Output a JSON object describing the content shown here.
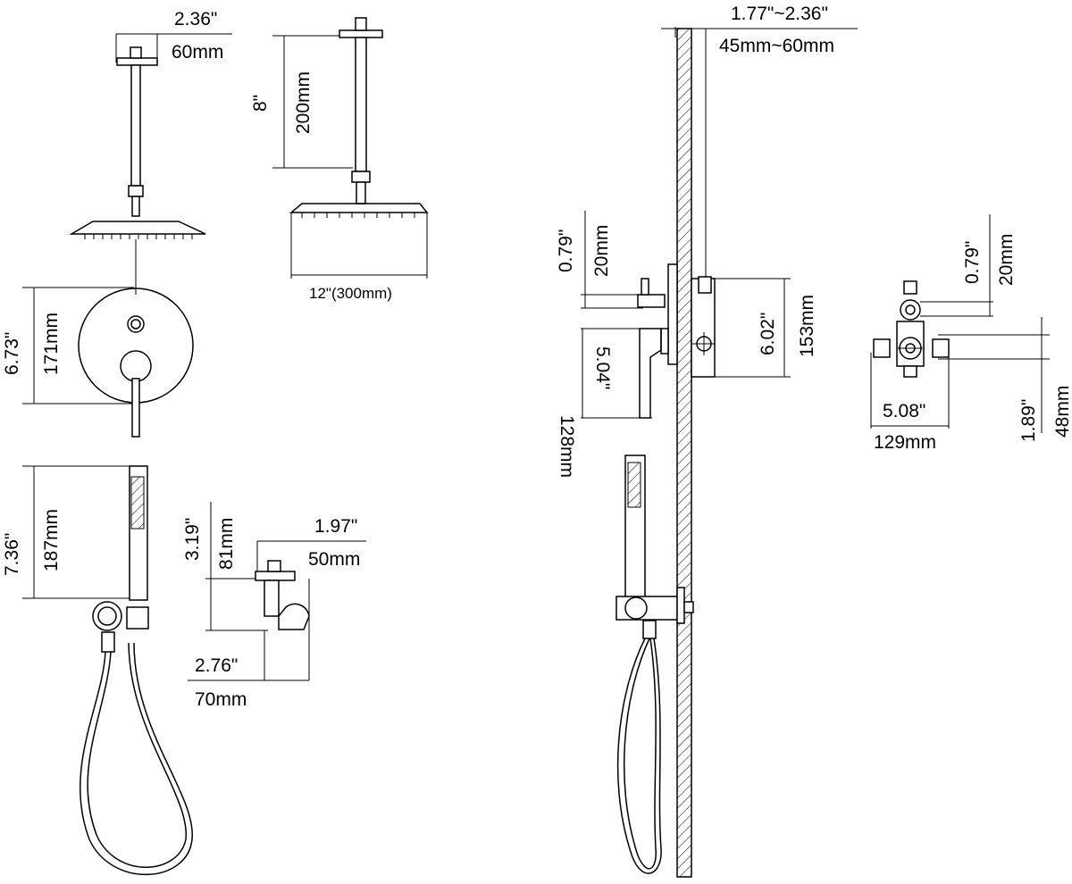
{
  "shower_arm": {
    "flange_width_in": "2.36\"",
    "flange_width_mm": "60mm",
    "arm_length_in": "8\"",
    "arm_length_mm": "200mm",
    "head_diameter": "12\"(300mm)"
  },
  "trim_plate": {
    "diameter_in": "6.73\"",
    "diameter_mm": "171mm"
  },
  "hand_shower": {
    "length_in": "7.36\"",
    "length_mm": "187mm"
  },
  "holder": {
    "height_in": "3.19\"",
    "height_mm": "81mm",
    "depth_in": "1.97\"",
    "depth_mm": "50mm",
    "projection_in": "2.76\"",
    "projection_mm": "70mm"
  },
  "wall": {
    "thickness_in": "1.77\"~2.36\"",
    "thickness_mm": "45mm~60mm"
  },
  "side_view": {
    "outlet_in": "0.79\"",
    "outlet_mm": "20mm",
    "handle_in": "5.04\"",
    "handle_mm": "128mm",
    "valve_in": "6.02\"",
    "valve_mm": "153mm"
  },
  "valve_body": {
    "top_in": "0.79\"",
    "top_mm": "20mm",
    "width_in": "5.08\"",
    "width_mm": "129mm",
    "depth_in": "1.89\"",
    "depth_mm": "48mm"
  }
}
